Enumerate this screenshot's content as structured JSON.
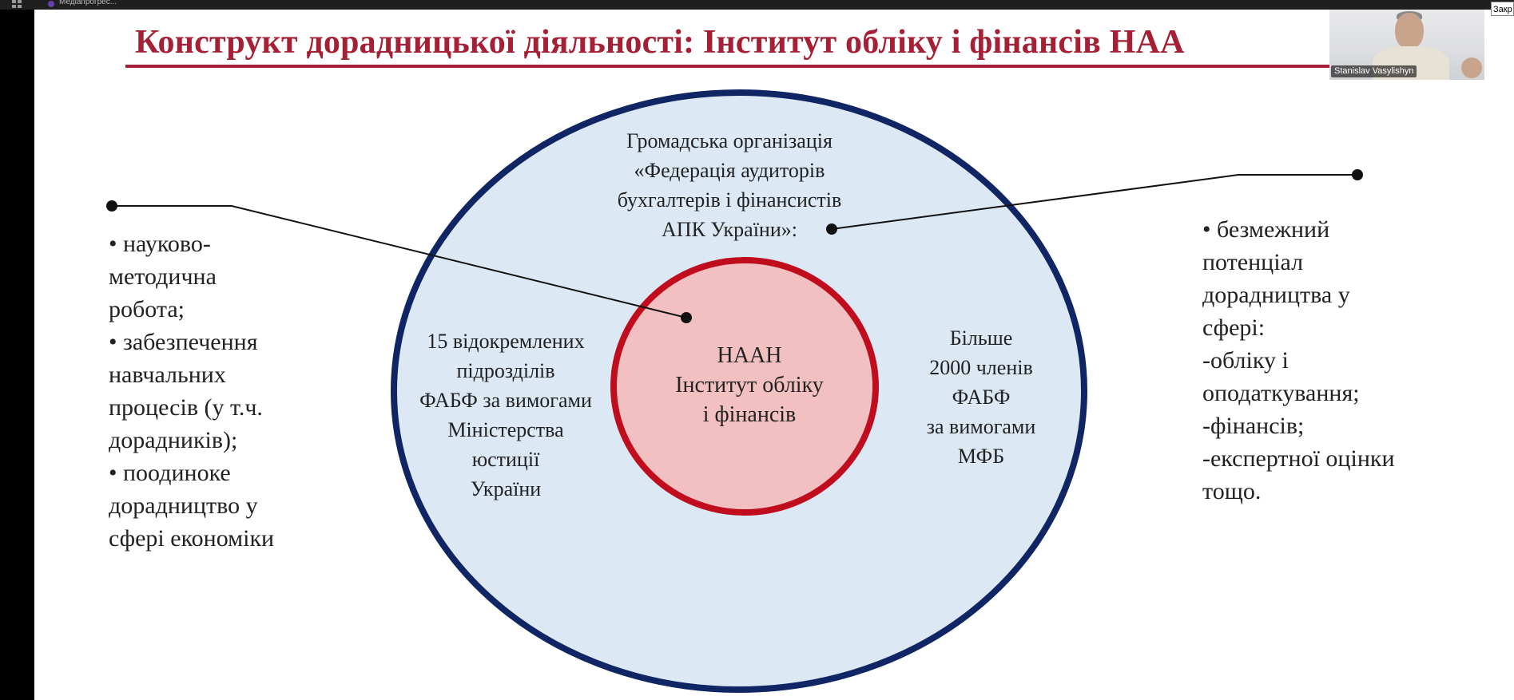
{
  "topbar": {
    "app_title": "Медіапрогрес..."
  },
  "slide": {
    "title": "Конструкт дорадницької діяльності: Інститут обліку і фінансів НАА",
    "outer_circle_text": [
      "Громадська організація",
      "«Федерація аудиторів",
      "бухгалтерів і фінансистів",
      "АПК України»:"
    ],
    "inner_circle_text": [
      "НААН",
      "Інститут обліку",
      "і фінансів"
    ],
    "left_ring_text": [
      "15 відокремлених",
      "підрозділів",
      "ФАБФ за вимогами",
      "Міністерства",
      "юстиції",
      "України"
    ],
    "right_ring_text": [
      "Більше",
      "2000 членів",
      "ФАБФ",
      "за вимогами",
      "МФБ"
    ],
    "left_list": [
      "•  науково-",
      "методична",
      "робота;",
      "•  забезпечення",
      "навчальних",
      "процесів (у т.ч.",
      "дорадників);",
      "•  поодиноке",
      "дорадництво у",
      "сфері економіки"
    ],
    "right_list": [
      "•  безмежний",
      "потенціал",
      "дорадництва у",
      "сфері:",
      "-обліку і",
      "оподаткування;",
      "-фінансів;",
      "-експертної оцінки",
      "тощо."
    ],
    "colors": {
      "title": "#a52035",
      "outer_fill": "#dde8f5",
      "outer_stroke": "#0f2564",
      "inner_fill": "#f2c0c0",
      "inner_stroke": "#c00d1e"
    }
  },
  "presenter": {
    "name": "Stanislav Vasylishyn"
  },
  "close_tab": {
    "label": "Закр"
  }
}
